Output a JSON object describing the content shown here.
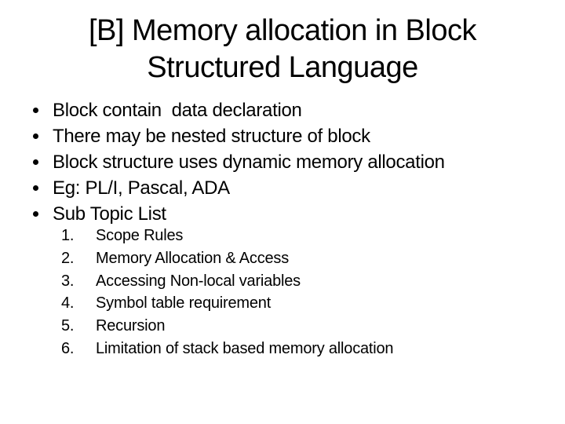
{
  "slide": {
    "background_color": "#ffffff",
    "text_color": "#000000",
    "title": {
      "line1": "[B] Memory allocation in Block",
      "line2": "Structured Language"
    },
    "bullets": [
      "Block contain  data declaration",
      "There may be nested structure of block",
      "Block structure uses dynamic memory allocation",
      "Eg: PL/I, Pascal, ADA",
      "Sub Topic List"
    ],
    "sub_topics": [
      {
        "num": "1.",
        "text": "Scope Rules"
      },
      {
        "num": "2.",
        "text": "Memory Allocation & Access"
      },
      {
        "num": "3.",
        "text": "Accessing Non-local variables"
      },
      {
        "num": "4.",
        "text": "Symbol table requirement"
      },
      {
        "num": "5.",
        "text": "Recursion"
      },
      {
        "num": "6.",
        "text": "Limitation of stack based memory allocation"
      }
    ]
  }
}
